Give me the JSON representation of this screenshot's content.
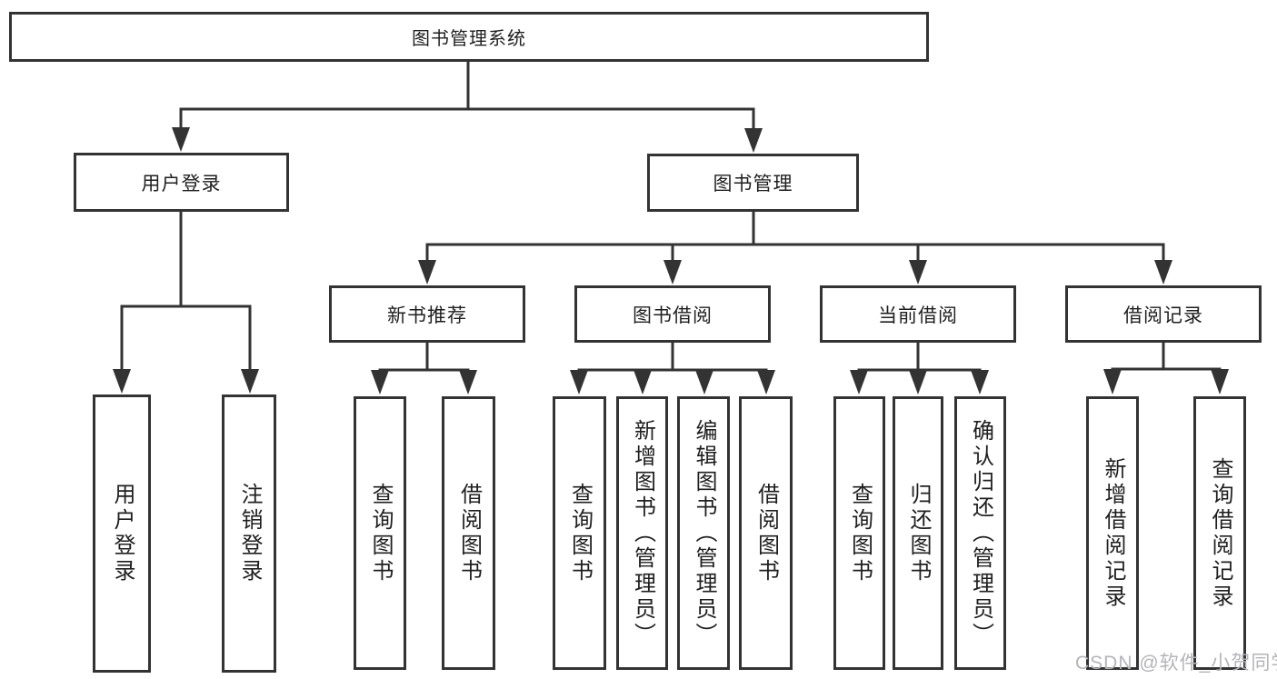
{
  "diagram": {
    "root": {
      "label": "图书管理系统"
    },
    "user_login": {
      "label": "用户登录",
      "children": [
        {
          "label": "用户登录"
        },
        {
          "label": "注销登录"
        }
      ]
    },
    "book_management": {
      "label": "图书管理",
      "sections": [
        {
          "label": "新书推荐",
          "children": [
            {
              "label": "查询图书"
            },
            {
              "label": "借阅图书"
            }
          ]
        },
        {
          "label": "图书借阅",
          "children": [
            {
              "label": "查询图书"
            },
            {
              "label": "新增图书（管理员）"
            },
            {
              "label": "编辑图书（管理员）"
            },
            {
              "label": "借阅图书"
            }
          ]
        },
        {
          "label": "当前借阅",
          "children": [
            {
              "label": "查询图书"
            },
            {
              "label": "归还图书"
            },
            {
              "label": "确认归还（管理员）"
            }
          ]
        },
        {
          "label": "借阅记录",
          "children": [
            {
              "label": "新增借阅记录"
            },
            {
              "label": "查询借阅记录"
            }
          ]
        }
      ]
    },
    "colors": {
      "line": "#333333",
      "box_border": "#333333",
      "text": "#1f1f1f",
      "watermark": "#b4b4ba",
      "background": "#ffffff"
    }
  },
  "watermark": {
    "text": "CSDN @软件_小贺同学"
  }
}
